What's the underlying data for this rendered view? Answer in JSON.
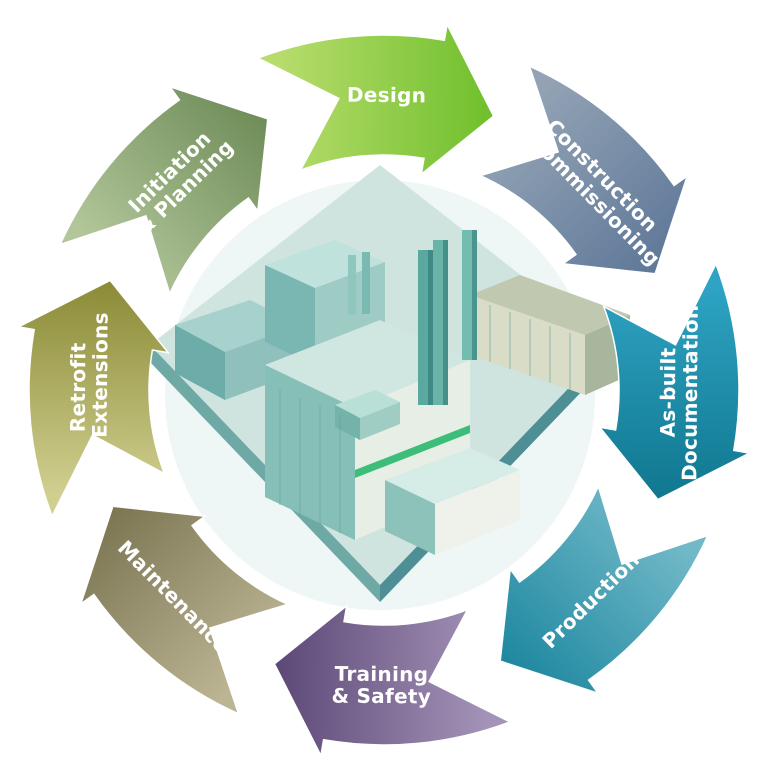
{
  "diagram": {
    "type": "cycle",
    "center": {
      "icon": "industrial-plant-illustration"
    },
    "segments": [
      {
        "id": "design",
        "lines": [
          "Design"
        ],
        "color_start": "#b7dc6c",
        "color_end": "#6fbf2c"
      },
      {
        "id": "construction",
        "lines": [
          "Construction",
          "& Commissioning"
        ],
        "color_start": "#93a3b5",
        "color_end": "#5e7898"
      },
      {
        "id": "asbuilt",
        "lines": [
          "As-built",
          "Documentation"
        ],
        "color_start": "#2ea3c3",
        "color_end": "#10778f"
      },
      {
        "id": "production",
        "lines": [
          "Production"
        ],
        "color_start": "#72b9c8",
        "color_end": "#1d87a0"
      },
      {
        "id": "training",
        "lines": [
          "Training",
          "& Safety"
        ],
        "color_start": "#a493b8",
        "color_end": "#5c4876"
      },
      {
        "id": "maintenance",
        "lines": [
          "Maintenance"
        ],
        "color_start": "#bcb594",
        "color_end": "#7c7552"
      },
      {
        "id": "retrofit",
        "lines": [
          "Retrofit",
          "& Extensions"
        ],
        "color_start": "#d0cf90",
        "color_end": "#8a8a36"
      },
      {
        "id": "initiation",
        "lines": [
          "Initiation",
          "& Planning"
        ],
        "color_start": "#b2c69a",
        "color_end": "#6e8c58"
      }
    ]
  }
}
